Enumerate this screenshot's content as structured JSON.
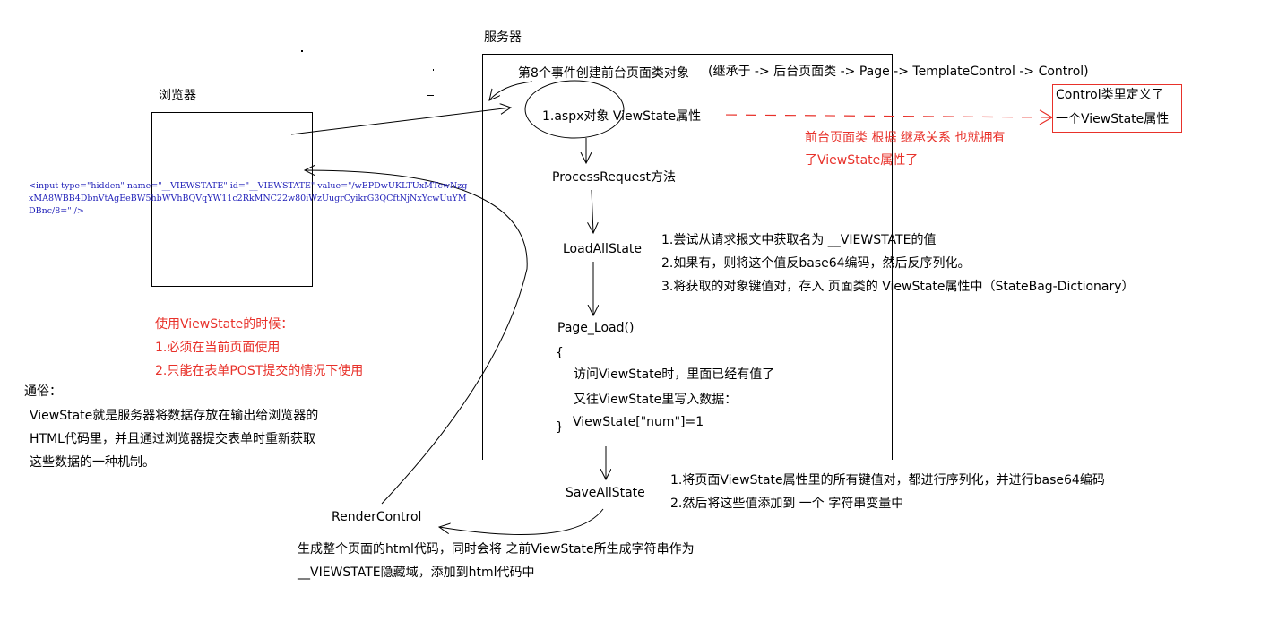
{
  "browser": {
    "label": "浏览器",
    "hidden_input_code": "<input type=\"hidden\" name=\"__VIEWSTATE\" id=\"__VIEWSTATE\" value=\"/wEPDwUKLTUxMTcwNzgxMA8WBB4DbnVtAgEeBW5hbWVhBQVqYW11c2RkMNC22w80iWzUugrCyikrG3QCftNjNxYcwUuYMDBnc/8=\" />"
  },
  "server": {
    "label": "服务器",
    "event8_title": "第8个事件创建前台页面类对象",
    "inheritance": "(继承于 -> 后台页面类 -> Page -> TemplateControl -> Control)",
    "ellipse_label": "1.aspx对象  ViewState属性",
    "process_request": "ProcessRequest方法",
    "load_all_state": "LoadAllState",
    "page_load": {
      "header": "Page_Load()",
      "open_brace": "{",
      "line1": "访问ViewState时，里面已经有值了",
      "line2": "又往ViewState里写入数据：",
      "line3": "ViewState[\"num\"]=1",
      "close_brace": "}"
    },
    "save_all_state": "SaveAllState",
    "render_control": "RenderControl"
  },
  "notes": {
    "control_box": [
      "Control类里定义了",
      "一个ViewState属性"
    ],
    "inherit_note": [
      "前台页面类 根据 继承关系 也就拥有",
      "了ViewState属性了"
    ],
    "load_steps": [
      "1.尝试从请求报文中获取名为 __VIEWSTATE的值",
      "2.如果有，则将这个值反base64编码，然后反序列化。",
      "3.将获取的对象键值对，存入 页面类的 ViewState属性中（StateBag-Dictionary）"
    ],
    "usage": [
      "使用ViewState的时候：",
      "1.必须在当前页面使用",
      "2.只能在表单POST提交的情况下使用"
    ],
    "plain_title": "通俗：",
    "plain_lines": [
      "ViewState就是服务器将数据存放在输出给浏览器的",
      "HTML代码里，并且通过浏览器提交表单时重新获取",
      "这些数据的一种机制。"
    ],
    "save_steps": [
      "1.将页面ViewState属性里的所有键值对，都进行序列化，并进行base64编码",
      "2.然后将这些值添加到 一个 字符串变量中"
    ],
    "render_note": [
      "生成整个页面的html代码，同时会将 之前ViewState所生成字符串作为",
      "__VIEWSTATE隐藏域，添加到html代码中"
    ]
  },
  "colors": {
    "ink": "#000000",
    "note_red": "#e8312a",
    "code_blue": "#1f1fb8"
  }
}
